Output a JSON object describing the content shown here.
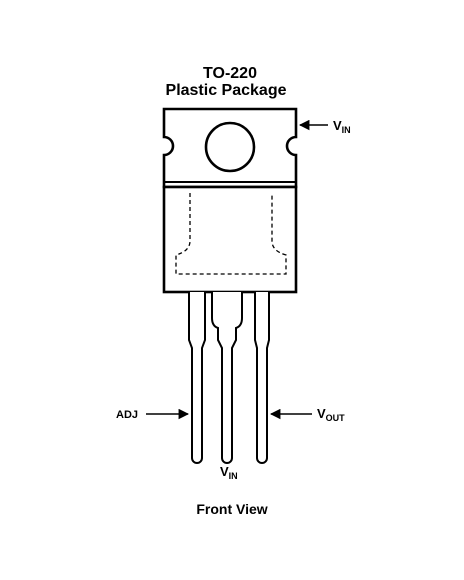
{
  "title": {
    "line1": "TO-220",
    "line2": "Plastic Package"
  },
  "labels": {
    "tab_vin": {
      "main": "V",
      "sub": "IN"
    },
    "adj": "ADJ",
    "vout": {
      "main": "V",
      "sub": "OUT"
    },
    "center_vin": {
      "main": "V",
      "sub": "IN"
    }
  },
  "footer": "Front View"
}
